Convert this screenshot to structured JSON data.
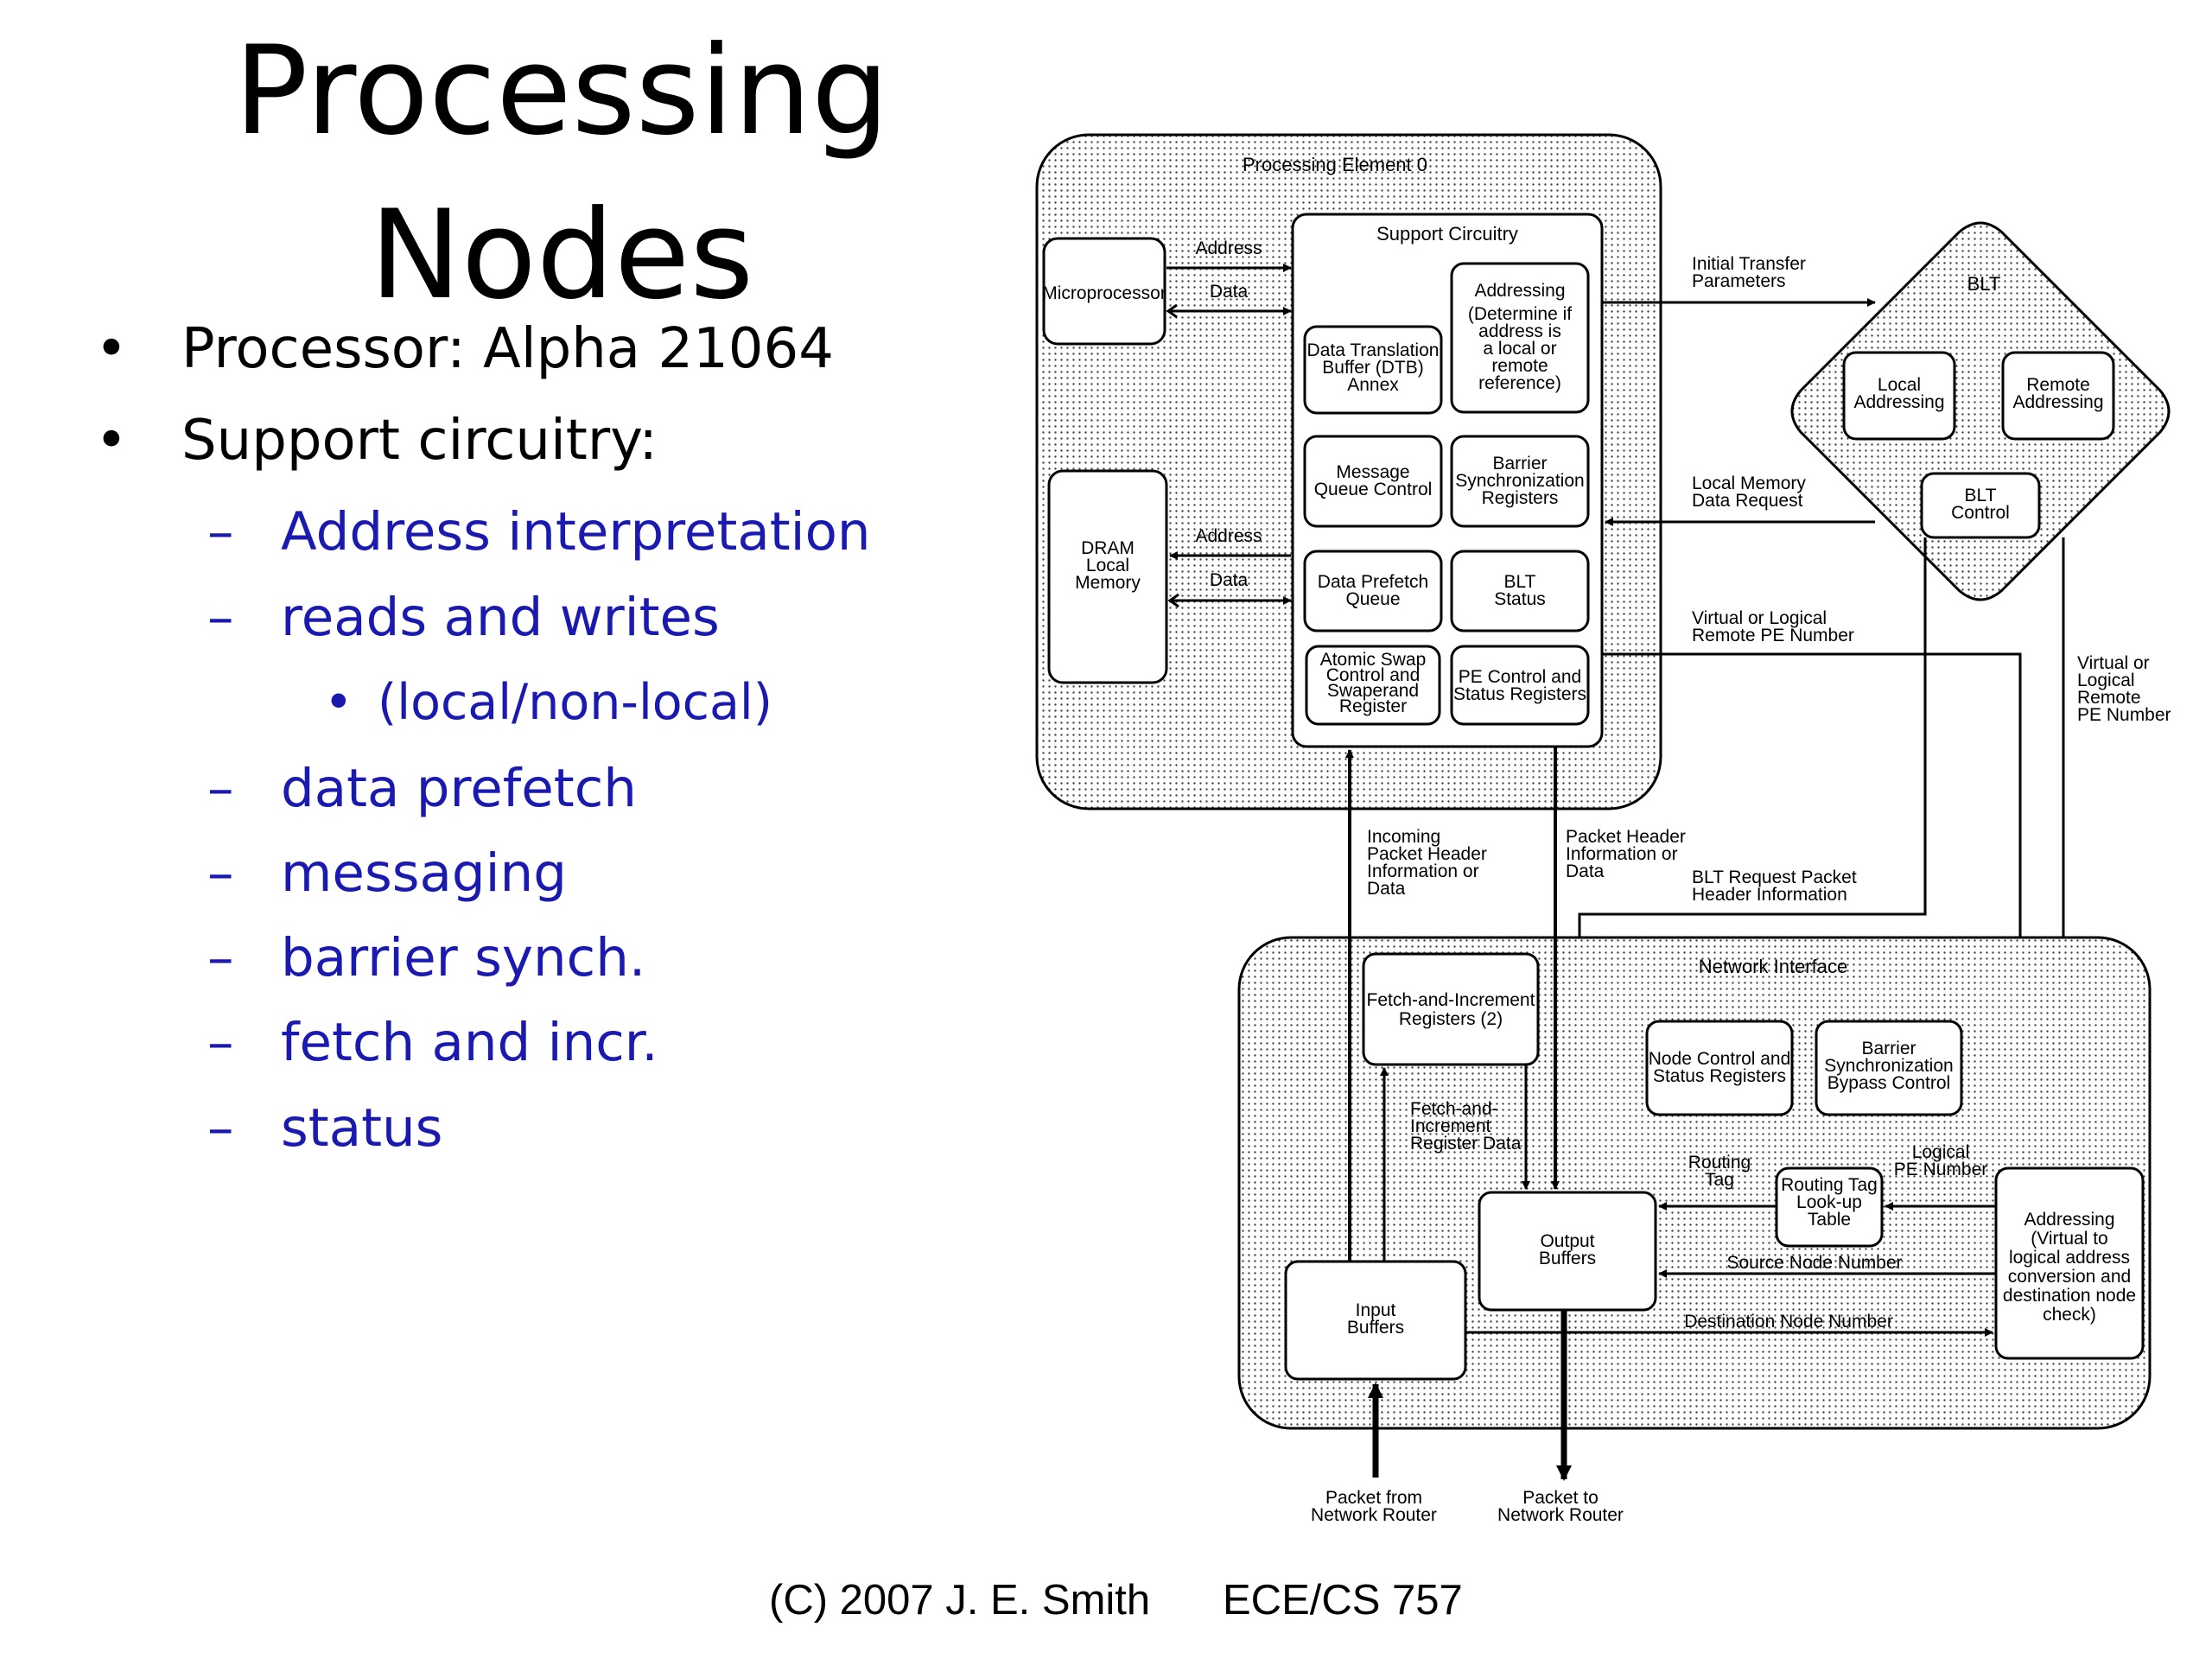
{
  "slide": {
    "title_line1": "Processing",
    "title_line2": "Nodes",
    "bullets": [
      {
        "marker": "•",
        "text": "Processor: Alpha 21064"
      },
      {
        "marker": "•",
        "text": "Support circuitry:"
      }
    ],
    "sub_bullets": [
      {
        "marker": "–",
        "text": "Address interpretation"
      },
      {
        "marker": "–",
        "text": "reads and writes"
      },
      {
        "marker": "•",
        "text": "(local/non-local)"
      },
      {
        "marker": "–",
        "text": "data prefetch"
      },
      {
        "marker": "–",
        "text": "messaging"
      },
      {
        "marker": "–",
        "text": "barrier synch."
      },
      {
        "marker": "–",
        "text": "fetch and incr."
      },
      {
        "marker": "–",
        "text": "status"
      }
    ],
    "footer_left": "(C) 2007 J. E. Smith",
    "footer_right": "ECE/CS 757"
  },
  "diagram": {
    "processing_element": "Processing Element 0",
    "support_circuitry": "Support Circuitry",
    "microprocessor": "Microprocessor",
    "dram": [
      "DRAM",
      "Local",
      "Memory"
    ],
    "address_label": "Address",
    "data_label": "Data",
    "addressing_block": [
      "Addressing",
      "(Determine if",
      "address is",
      "a local or",
      "remote",
      "reference)"
    ],
    "dtb": [
      "Data Translation",
      "Buffer (DTB)",
      "Annex"
    ],
    "msg_queue": [
      "Message",
      "Queue Control"
    ],
    "barrier_regs": [
      "Barrier",
      "Synchronization",
      "Registers"
    ],
    "prefetch": [
      "Data Prefetch",
      "Queue"
    ],
    "blt_status": [
      "BLT",
      "Status"
    ],
    "atomic_swap": [
      "Atomic Swap",
      "Control and",
      "Swaperand",
      "Register"
    ],
    "pe_control": [
      "PE Control and",
      "Status Registers"
    ],
    "blt": "BLT",
    "local_addressing": [
      "Local",
      "Addressing"
    ],
    "remote_addressing": [
      "Remote",
      "Addressing"
    ],
    "blt_control": [
      "BLT",
      "Control"
    ],
    "initial_transfer": [
      "Initial Transfer",
      "Parameters"
    ],
    "local_mem_req": [
      "Local Memory",
      "Data Request"
    ],
    "virtual_remote_pe": [
      "Virtual or Logical",
      "Remote PE Number"
    ],
    "virtual_logical_right": [
      "Virtual or",
      "Logical",
      "Remote",
      "PE Number"
    ],
    "incoming_packet": [
      "Incoming",
      "Packet Header",
      "Information or",
      "Data"
    ],
    "packet_header_out": [
      "Packet Header",
      "Information or",
      "Data"
    ],
    "blt_request": [
      "BLT Request Packet",
      "Header Information"
    ],
    "network_interface": "Network Interface",
    "fetch_increment": [
      "Fetch-and-Increment",
      "Registers (2)"
    ],
    "node_control": [
      "Node Control and",
      "Status Registers"
    ],
    "barrier_bypass": [
      "Barrier",
      "Synchronization",
      "Bypass Control"
    ],
    "fetch_inc_data": [
      "Fetch-and-",
      "Increment",
      "Register Data"
    ],
    "routing_tag": [
      "Routing",
      "Tag"
    ],
    "logical_pe": [
      "Logical",
      "PE Number"
    ],
    "routing_lookup": [
      "Routing Tag",
      "Look-up",
      "Table"
    ],
    "ni_addressing": [
      "Addressing",
      "(Virtual to",
      "logical address",
      "conversion and",
      "destination node",
      "check)"
    ],
    "output_buffers": [
      "Output",
      "Buffers"
    ],
    "input_buffers": [
      "Input",
      "Buffers"
    ],
    "source_node": "Source Node Number",
    "dest_node": "Destination Node Number",
    "packet_from": [
      "Packet from",
      "Network Router"
    ],
    "packet_to": [
      "Packet to",
      "Network Router"
    ]
  }
}
